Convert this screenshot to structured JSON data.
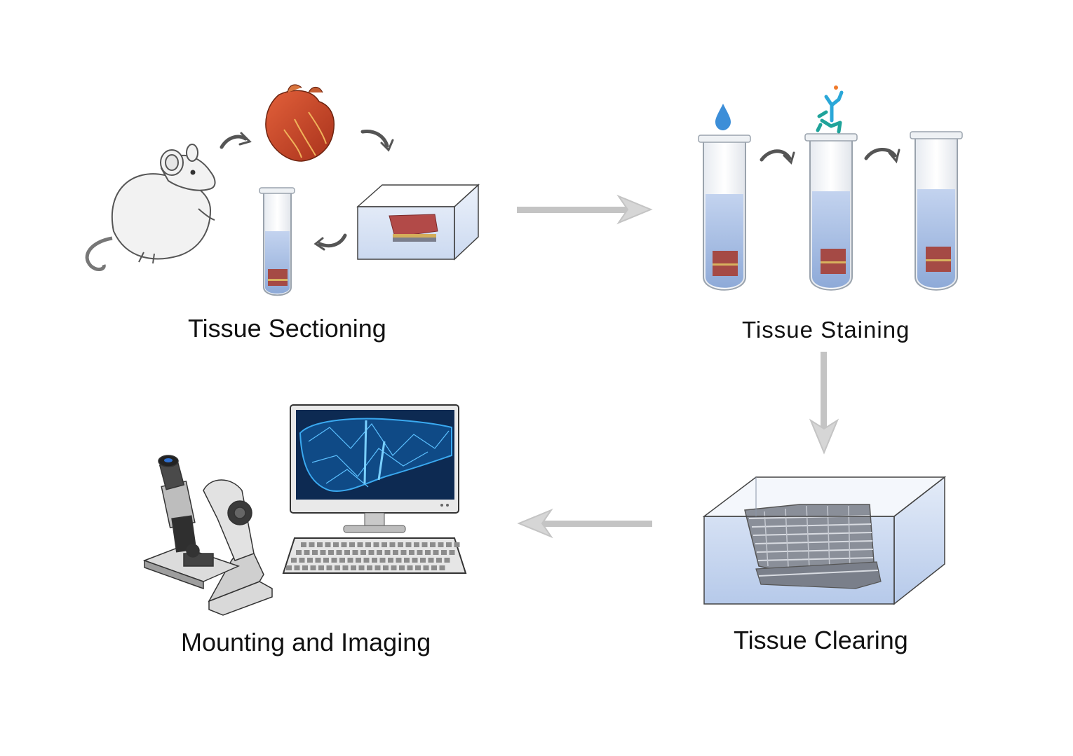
{
  "stages": {
    "sectioning": {
      "label": "Tissue Sectioning"
    },
    "staining": {
      "label": "Tissue Staining"
    },
    "clearing": {
      "label": "Tissue Clearing"
    },
    "imaging": {
      "label": "Mounting and Imaging"
    }
  },
  "colors": {
    "arrow": "#c4c4c4",
    "liquid": "#9fb6de",
    "tissue": "#b0464a",
    "screen": "#0d2a52",
    "screen_tissue": "#2e9be0",
    "heart": "#c8482a"
  },
  "icons": [
    "mouse-icon",
    "heart-icon",
    "test-tube-icon",
    "embedding-box-icon",
    "droplet-icon",
    "antibody-icon",
    "clearing-tank-icon",
    "microscope-icon",
    "monitor-icon",
    "keyboard-icon"
  ]
}
